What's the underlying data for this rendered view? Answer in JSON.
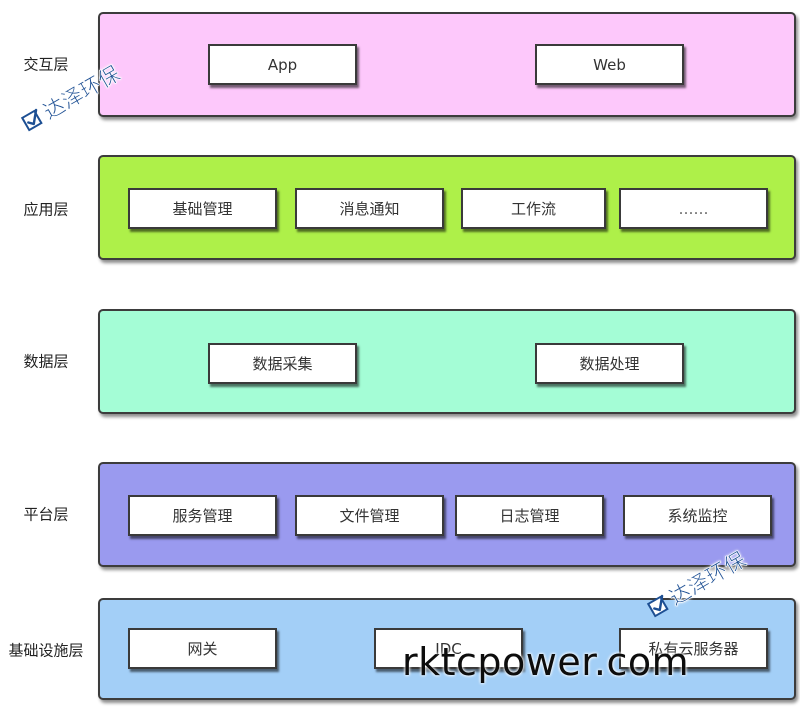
{
  "layers": [
    {
      "label": "交互层",
      "color": "#fdc8fb",
      "modules": [
        "App",
        "Web"
      ]
    },
    {
      "label": "应用层",
      "color": "#aef049",
      "modules": [
        "基础管理",
        "消息通知",
        "工作流",
        "……"
      ]
    },
    {
      "label": "数据层",
      "color": "#a4fdd6",
      "modules": [
        "数据采集",
        "数据处理"
      ]
    },
    {
      "label": "平台层",
      "color": "#9a9aef",
      "modules": [
        "服务管理",
        "文件管理",
        "日志管理",
        "系统监控"
      ]
    },
    {
      "label": "基础设施层",
      "color": "#a3cff7",
      "modules": [
        "网关",
        "IDC",
        "私有云服务器"
      ]
    }
  ],
  "watermarks": {
    "stamp_text": "达泽环保",
    "stamp_color": "#1d4f93",
    "site_text": "rktcpower.com"
  }
}
